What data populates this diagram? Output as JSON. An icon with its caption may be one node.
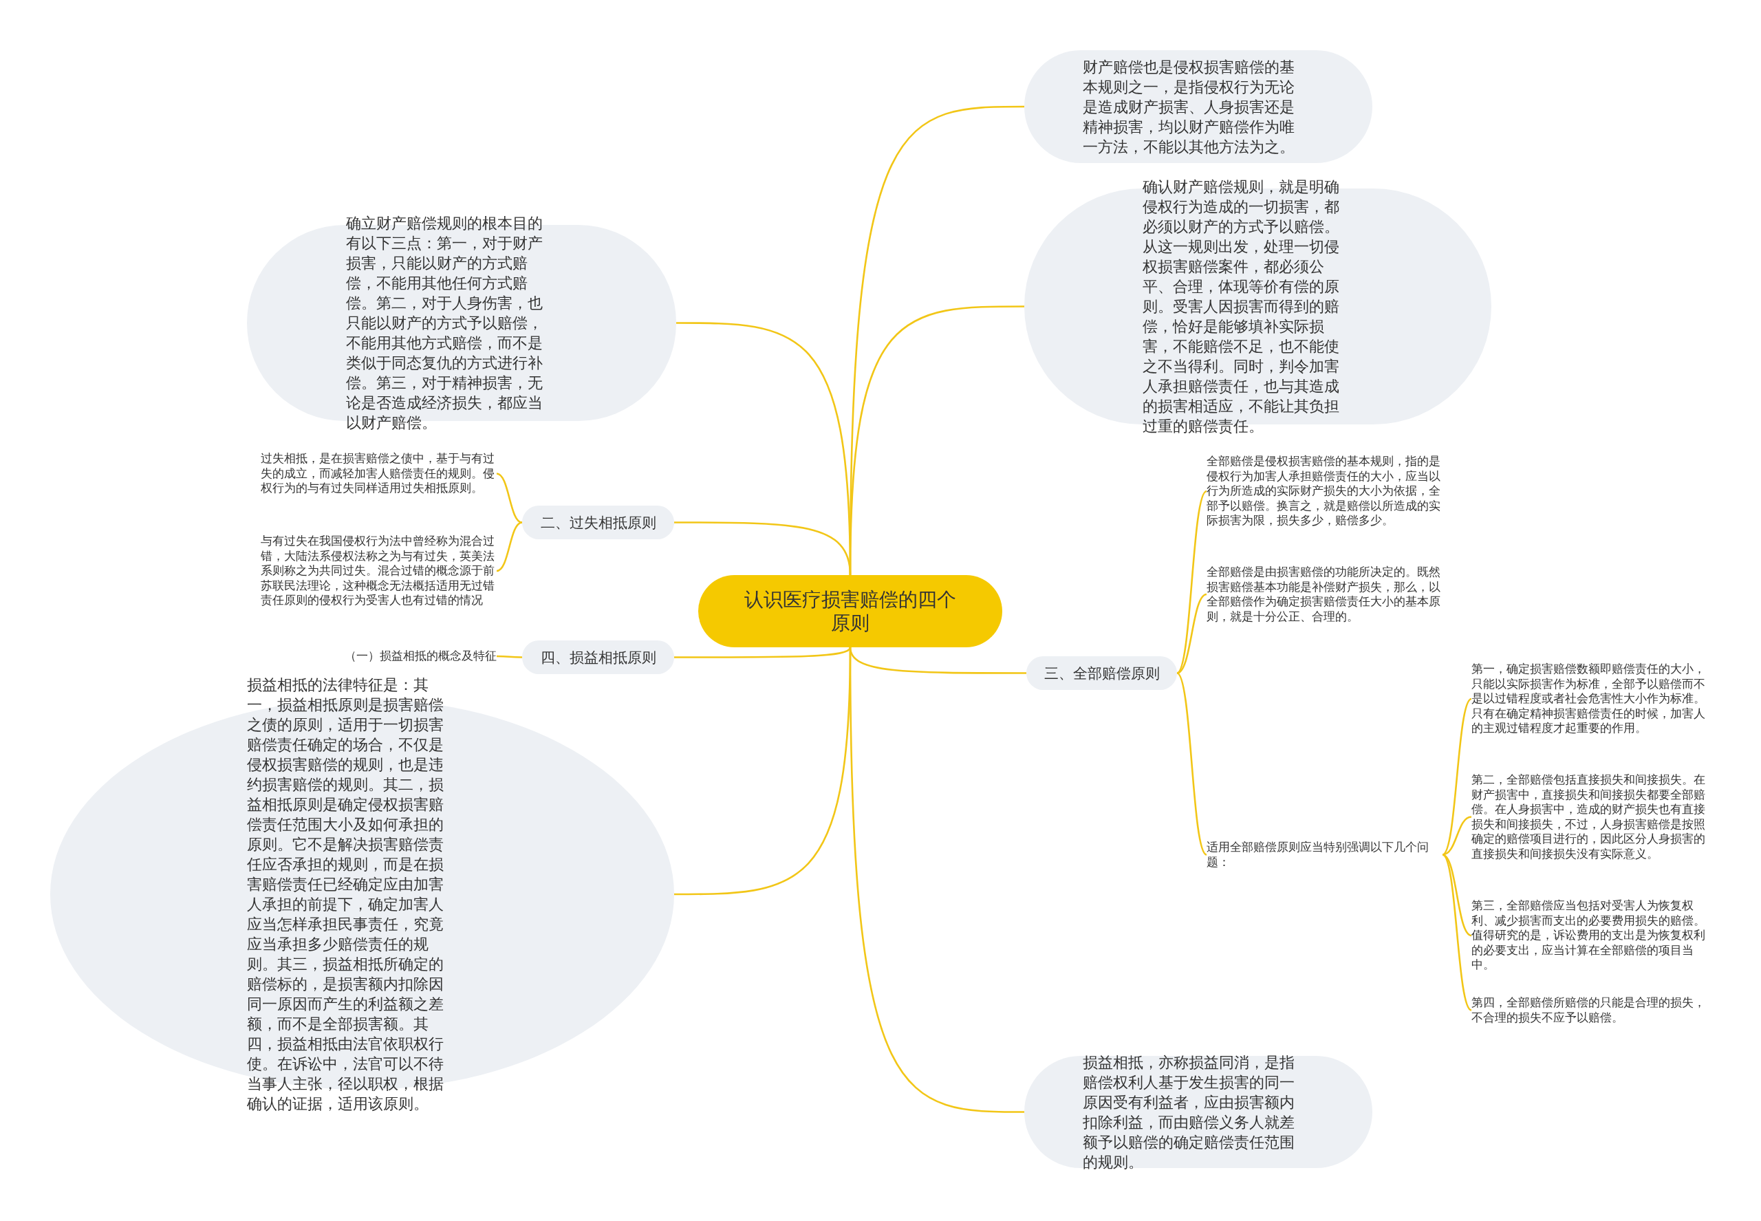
{
  "diagram": {
    "nodes": [
      {
        "text": [
          "认识医疗损害赔偿的四个原则"
        ]
      },
      {
        "text": [
          "财产赔偿也是侵权损害赔偿的基本规则之一，是指侵权行为无论是造成财产损害、人身损害还是精神损害，均以财产赔偿作为唯一方法，不能以其他方法为之。"
        ]
      },
      {
        "text": [
          "确认财产赔偿规则，就是明确侵权行为造成的一切损害，都必须以财产的方式予以赔偿。从这一规则出发，处理一切侵权损害赔偿案件，都必须公平、合理，体现等价有偿的原则。受害人因损害而得到的赔偿，恰好是能够填补实际损害，不能赔偿不足，也不能使之不当得利。同时，判令加害人承担赔偿责任，也与其造成的损害相适应，不能让其负担过重的赔偿责任。"
        ]
      },
      {
        "text": [
          "确立财产赔偿规则的根本目的有以下三点：第一，对于财产损害，只能以财产的方式赔偿，不能用其他任何方式赔偿。第二，对于人身伤害，也只能以财产的方式予以赔偿，不能用其他方式赔偿，而不是类似于同态复仇的方式进行补偿。第三，对于精神损害，无论是否造成经济损失，都应当以财产赔偿。"
        ]
      },
      {
        "text": [
          "二、过失相抵原则"
        ]
      },
      {
        "text": [
          "过失相抵，是在损害赔偿之债中，基于与有过失的成立，而减轻加害人赔偿责任的规则。侵权行为的与有过失同样适用过失相抵原则。"
        ]
      },
      {
        "text": [
          "与有过失在我国侵权行为法中曾经称为混合过错，大陆法系侵权法称之为与有过失，英美法系则称之为共同过失。混合过错的概念源于前苏联民法理论，这种概念无法概括适用无过错责任原则的侵权行为受害人也有过错的情况"
        ]
      },
      {
        "text": [
          "三、全部赔偿原则"
        ]
      },
      {
        "text": [
          "全部赔偿是侵权损害赔偿的基本规则，指的是侵权行为加害人承担赔偿责任的大小，应当以行为所造成的实际财产损失的大小为依据，全部予以赔偿。换言之，就是赔偿以所造成的实际损害为限，损失多少，赔偿多少。"
        ]
      },
      {
        "text": [
          "全部赔偿是由损害赔偿的功能所决定的。既然损害赔偿基本功能是补偿财产损失，那么，以全部赔偿作为确定损害赔偿责任大小的基本原则，就是十分公正、合理的。"
        ]
      },
      {
        "text": [
          "适用全部赔偿原则应当特别强调以下几个问题："
        ]
      },
      {
        "text": [
          "第一，确定损害赔偿数额即赔偿责任的大小，只能以实际损害作为标准，全部予以赔偿而不是以过错程度或者社会危害性大小作为标准。只有在确定精神损害赔偿责任的时候，加害人的主观过错程度才起重要的作用。"
        ]
      },
      {
        "text": [
          "第二，全部赔偿包括直接损失和间接损失。在财产损害中，直接损失和间接损失都要全部赔偿。在人身损害中，造成的财产损失也有直接损失和间接损失，不过，人身损害赔偿是按照确定的赔偿项目进行的，因此区分人身损害的直接损失和间接损失没有实际意义。"
        ]
      },
      {
        "text": [
          "第三，全部赔偿应当包括对受害人为恢复权利、减少损害而支出的必要费用损失的赔偿。值得研究的是，诉讼费用的支出是为恢复权利的必要支出，应当计算在全部赔偿的项目当中。"
        ]
      },
      {
        "text": [
          "第四，全部赔偿所赔偿的只能是合理的损失，不合理的损失不应予以赔偿。"
        ]
      },
      {
        "text": [
          "四、损益相抵原则"
        ]
      },
      {
        "text": [
          "（一）损益相抵的概念及特征"
        ]
      },
      {
        "text": [
          "损益相抵的法律特征是：其一，损益相抵原则是损害赔偿之债的原则，适用于一切损害赔偿责任确定的场合，不仅是侵权损害赔偿的规则，也是违约损害赔偿的规则。其二，损益相抵原则是确定侵权损害赔偿责任范围大小及如何承担的原则。它不是解决损害赔偿责任应否承担的规则，而是在损害赔偿责任已经确定应由加害人承担的前提下，确定加害人应当怎样承担民事责任，究竟应当承担多少赔偿责任的规则。其三，损益相抵所确定的赔偿标的，是损害额内扣除因同一原因而产生的利益额之差额，而不是全部损害额。其四，损益相抵由法官依职权行使。在诉讼中，法官可以不待当事人主张，径以职权，根据确认的证据，适用该原则。"
        ]
      },
      {
        "text": [
          "损益相抵，亦称损益同消，是指赔偿权利人基于发生损害的同一原因受有利益者，应由损害额内扣除利益，而由赔偿义务人就差额予以赔偿的确定赔偿责任范围的规则。"
        ]
      }
    ],
    "edges": [
      {
        "from": 0,
        "to": 1,
        "arrow": "none"
      },
      {
        "from": 0,
        "to": 2,
        "arrow": "none"
      },
      {
        "from": 0,
        "to": 3,
        "arrow": "none"
      },
      {
        "from": 0,
        "to": 4,
        "arrow": "none"
      },
      {
        "from": 4,
        "to": 5,
        "arrow": "none"
      },
      {
        "from": 4,
        "to": 6,
        "arrow": "none"
      },
      {
        "from": 0,
        "to": 7,
        "arrow": "none"
      },
      {
        "from": 7,
        "to": 8,
        "arrow": "none"
      },
      {
        "from": 7,
        "to": 9,
        "arrow": "none"
      },
      {
        "from": 7,
        "to": 10,
        "arrow": "none"
      },
      {
        "from": 10,
        "to": 11,
        "arrow": "none"
      },
      {
        "from": 10,
        "to": 12,
        "arrow": "none"
      },
      {
        "from": 10,
        "to": 13,
        "arrow": "none"
      },
      {
        "from": 10,
        "to": 14,
        "arrow": "none"
      },
      {
        "from": 0,
        "to": 15,
        "arrow": "none"
      },
      {
        "from": 15,
        "to": 16,
        "arrow": "none"
      },
      {
        "from": 0,
        "to": 17,
        "arrow": "none"
      },
      {
        "from": 0,
        "to": 18,
        "arrow": "none"
      }
    ]
  }
}
